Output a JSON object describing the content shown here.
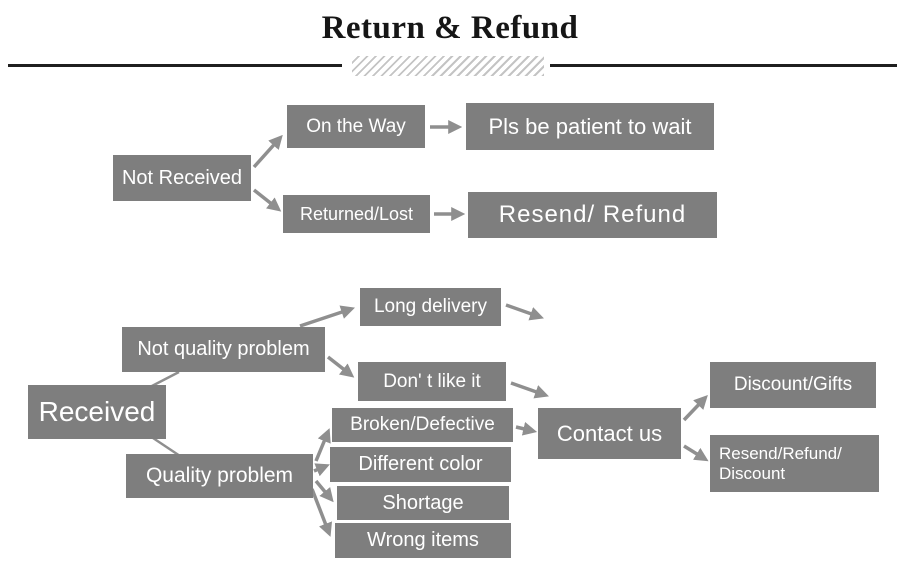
{
  "title": "Return & Refund",
  "colors": {
    "box_bg": "#7e7e7e",
    "box_text": "#ffffff",
    "arrow": "#8f8f8f",
    "title_color": "#161616",
    "rule": "#1f1f1f",
    "hatch": "#c4c4c4"
  },
  "nodes": {
    "not_received": "Not Received",
    "on_the_way": "On the Way",
    "pls_be_patient": "Pls be patient to wait",
    "returned_lost": "Returned/Lost",
    "resend_refund": "Resend/ Refund",
    "received": "Received",
    "not_quality_problem": "Not quality problem",
    "quality_problem": "Quality problem",
    "long_delivery": "Long delivery",
    "dont_like_it": "Don' t like it",
    "broken_defective": "Broken/Defective",
    "different_color": "Different color",
    "shortage": "Shortage",
    "wrong_items": "Wrong items",
    "contact_us": "Contact us",
    "discount_gifts": "Discount/Gifts",
    "resend_refund_discount_line1": "Resend/Refund/",
    "resend_refund_discount_line2": "Discount"
  }
}
